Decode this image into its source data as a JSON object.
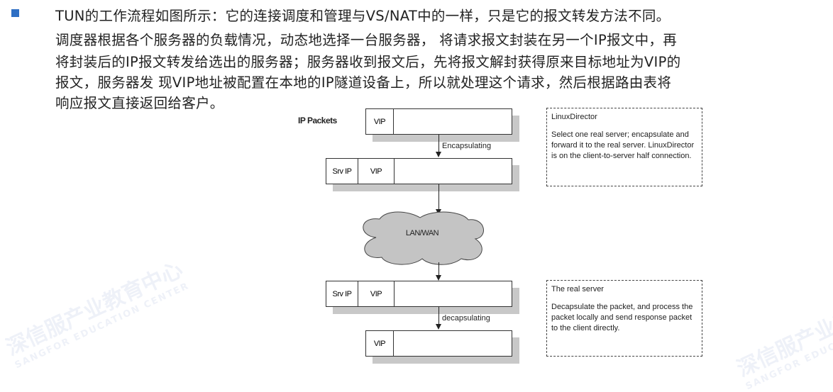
{
  "paragraph": {
    "lines": [
      "TUN的工作流程如图所示：它的连接调度和管理与VS/NAT中的一样，只是它的报文转发方法不同。",
      "调度器根据各个服务器的负载情况，动态地选择一台服务器， 将请求报文封装在另一个IP报文中，再",
      "将封装后的IP报文转发给选出的服务器；服务器收到报文后，先将报文解封获得原来目标地址为VIP的",
      "报文，服务器发 现VIP地址被配置在本地的IP隧道设备上，所以就处理这个请求，然后根据路由表将",
      "响应报文直接返回给客户。"
    ]
  },
  "diagram": {
    "title": "IP Packets",
    "vip": "VIP",
    "srv_ip": "Srv IP",
    "encapsulating": "Encapsulating",
    "decapsulating": "decapsulating",
    "cloud": "LAN/WAN",
    "director_note": {
      "title": "LinuxDirector",
      "body": "Select one real server; encapsulate and forward it to the real server. LinuxDirector is on the client-to-server half connection."
    },
    "server_note": {
      "title": "The real server",
      "body": "Decapsulate the packet, and process the packet locally and send response packet to the client directly."
    }
  },
  "watermark": {
    "cn": "深信服产业教育中心",
    "en": "SANGFOR EDUCATION CENTER"
  },
  "colors": {
    "bullet": "#2e6fc4"
  }
}
